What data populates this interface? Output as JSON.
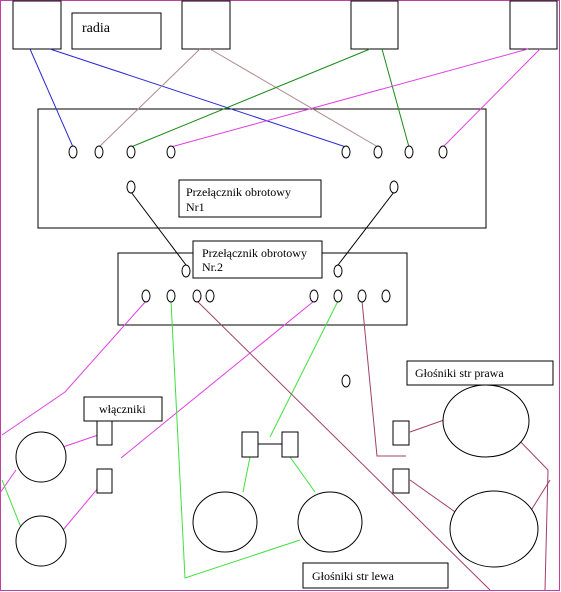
{
  "labels": {
    "radio": "radia",
    "switch1_line1": "Przełącznik  obrotowy",
    "switch1_line2": "Nr1",
    "switch2_line1": "Przełącznik obrotowy",
    "switch2_line2": "Nr.2",
    "switches": "włączniki",
    "right_speakers": "Głośniki str prawa",
    "left_speakers": "Głośniki str lewa"
  },
  "wire_colors": {
    "blue": "#2a2ad0",
    "rosy_brown": "#b08a8a",
    "green": "#1a8a1a",
    "magenta": "#e040e0",
    "maroon": "#a0406a",
    "light_green": "#40e040",
    "black": "#000000"
  }
}
